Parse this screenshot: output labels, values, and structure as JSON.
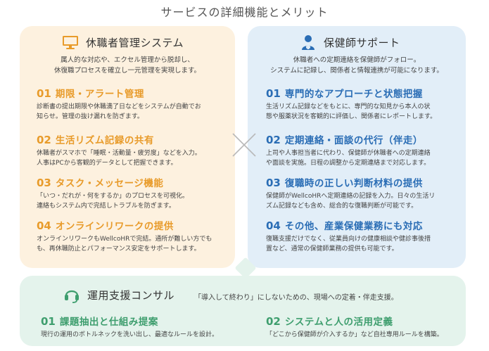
{
  "title": "サービスの詳細機能とメリット",
  "left": {
    "heading": "休職者管理システム",
    "intro": [
      "属人的な対応や、エクセル管理から脱却し、",
      "休復職プロセスを確立し一元管理を実現します。"
    ],
    "items": [
      {
        "num": "01",
        "head": "期限・アラート管理",
        "desc": [
          "診断書の提出期限や休職満了日などをシステムが自動でお",
          "知らせ。管理の抜け漏れを防ぎます。"
        ]
      },
      {
        "num": "02",
        "head": "生活リズム記録の共有",
        "desc": [
          "休職者がスマホで「睡眠・活動量・疲労度」などを入力。",
          "人事はPCから客観的データとして把握できます。"
        ]
      },
      {
        "num": "03",
        "head": "タスク・メッセージ機能",
        "desc": [
          "「いつ・だれが・何をするか」のプロセスを可視化。",
          "連絡もシステム内で完結しトラブルを防ぎます。"
        ]
      },
      {
        "num": "04",
        "head": "オンラインリワークの提供",
        "desc": [
          "オンラインリワークもWellcoHRで完結。通所が難しい方でも",
          "も、再休職防止とパフォーマンス安定をサポートします。"
        ]
      }
    ]
  },
  "right": {
    "heading": "保健師サポート",
    "intro": [
      "休職者への定期連絡を保健師がフォロー。",
      "システムに記録し、関係者と情報連携が可能になります。"
    ],
    "items": [
      {
        "num": "01",
        "head": "専門的なアプローチと状態把握",
        "desc": [
          "生活リズム記録などをもとに、専門的な知見から本人の状",
          "態や服薬状況を客観的に評価し、関係者にレポートします。"
        ]
      },
      {
        "num": "02",
        "head": "定期連絡・面談の代行（伴走）",
        "desc": [
          "上司や人事担当者に代わり、保健師が休職者への定期連絡",
          "や面談を実施。日程の調整から定期連絡まで対応します。"
        ]
      },
      {
        "num": "03",
        "head": "復職時の正しい判断材料の提供",
        "desc": [
          "保健師がWellcoHRへ定期連絡の記録を入力。日々の生活リ",
          "ズム記録なども含め、総合的な復職判断が可能です。"
        ]
      },
      {
        "num": "04",
        "head": "その他、産業保健業務にも対応",
        "desc": [
          "復職支援だけでなく、従業員向けの健康相談や健診事後措",
          "置など、通常の保健師業務の提供も可能です。"
        ]
      }
    ]
  },
  "bottom": {
    "heading": "運用支援コンサル",
    "tagline": "「導入して終わり」にしないための、現場への定着・伴走支援。",
    "items": [
      {
        "num": "01",
        "head": "課題抽出と仕組み提案",
        "desc": "現行の運用のボトルネックを洗い出し、最適なルールを設計。"
      },
      {
        "num": "02",
        "head": "システムと人の活用定義",
        "desc": "「どこから保健師が介入するか」など自社専用ルールを構築。"
      }
    ]
  },
  "colors": {
    "orange": "#e89b2a",
    "blue": "#2a6db5",
    "green": "#3e9e6e"
  },
  "icons": {
    "left": "monitor-icon",
    "right": "nurse-icon",
    "bottom": "consultant-icon",
    "center": "cross-icon"
  }
}
